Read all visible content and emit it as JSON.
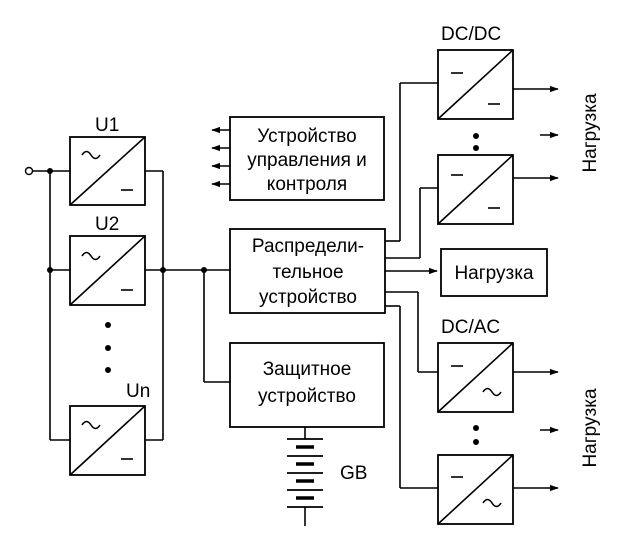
{
  "converters": {
    "u1": {
      "label": "U1",
      "in_symbol": "~",
      "out_symbol": "–"
    },
    "u2": {
      "label": "U2",
      "in_symbol": "~",
      "out_symbol": "–"
    },
    "un": {
      "label": "Un",
      "in_symbol": "~",
      "out_symbol": "–"
    }
  },
  "control_unit": {
    "lines": [
      "Устройство",
      "управления и",
      "контроля"
    ]
  },
  "distribution_unit": {
    "lines": [
      "Распредели-",
      "тельное",
      "устройство"
    ]
  },
  "protection_unit": {
    "lines": [
      "Защитное",
      "устройство"
    ]
  },
  "battery": {
    "label": "GB"
  },
  "dcdc": {
    "label": "DC/DC",
    "in_symbol": "–",
    "out_symbol": "–"
  },
  "dcac": {
    "label": "DC/AC",
    "in_symbol": "–",
    "out_symbol": "~"
  },
  "load_box": {
    "label": "Нагрузка"
  },
  "load_top": {
    "label": "Нагрузка"
  },
  "load_bottom": {
    "label": "Нагрузка"
  }
}
